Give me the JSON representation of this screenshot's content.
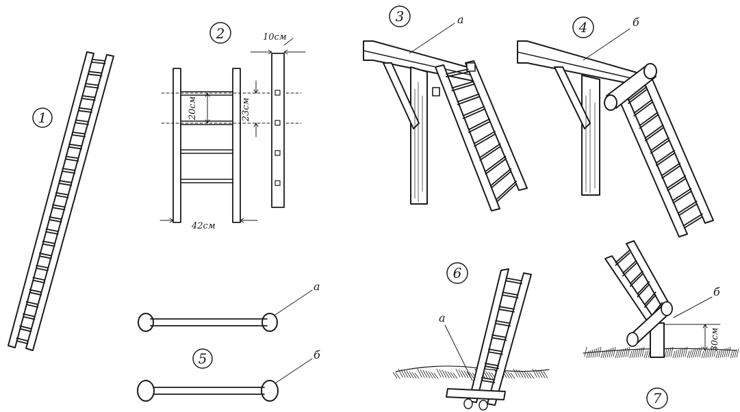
{
  "figures": {
    "f1": {
      "number": "1"
    },
    "f2": {
      "number": "2",
      "dims": {
        "rail_width": "10см",
        "rung_spacing": "20см",
        "rung_gap": "23см",
        "ladder_width": "42см"
      }
    },
    "f3": {
      "number": "3",
      "letter": "а"
    },
    "f4": {
      "number": "4",
      "letter": "б"
    },
    "f5": {
      "number": "5",
      "letter_a": "а",
      "letter_b": "б"
    },
    "f6": {
      "number": "6",
      "letter": "а"
    },
    "f7": {
      "number": "7",
      "letter": "б",
      "height": "30см"
    }
  },
  "colors": {
    "ink": "#1a1a1a",
    "paper": "#ffffff"
  }
}
